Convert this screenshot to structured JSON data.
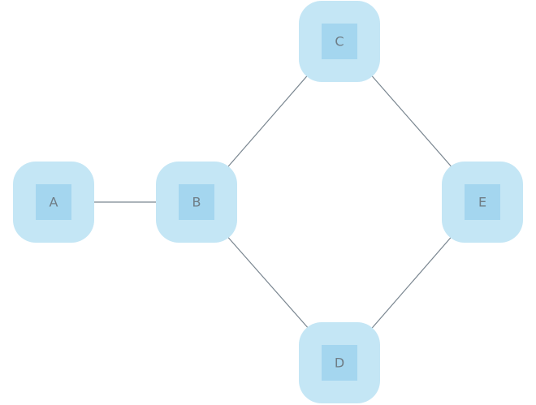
{
  "diagram": {
    "nodes": [
      {
        "id": "A",
        "label": "A"
      },
      {
        "id": "B",
        "label": "B"
      },
      {
        "id": "C",
        "label": "C"
      },
      {
        "id": "D",
        "label": "D"
      },
      {
        "id": "E",
        "label": "E"
      }
    ],
    "edges": [
      {
        "from": "A",
        "to": "B"
      },
      {
        "from": "B",
        "to": "C"
      },
      {
        "from": "B",
        "to": "D"
      },
      {
        "from": "C",
        "to": "E"
      },
      {
        "from": "D",
        "to": "E"
      }
    ],
    "colors": {
      "halo": "#c4e6f5",
      "core": "#a4d6ef",
      "edge": "#7a8690",
      "label": "#6f7d86"
    }
  }
}
